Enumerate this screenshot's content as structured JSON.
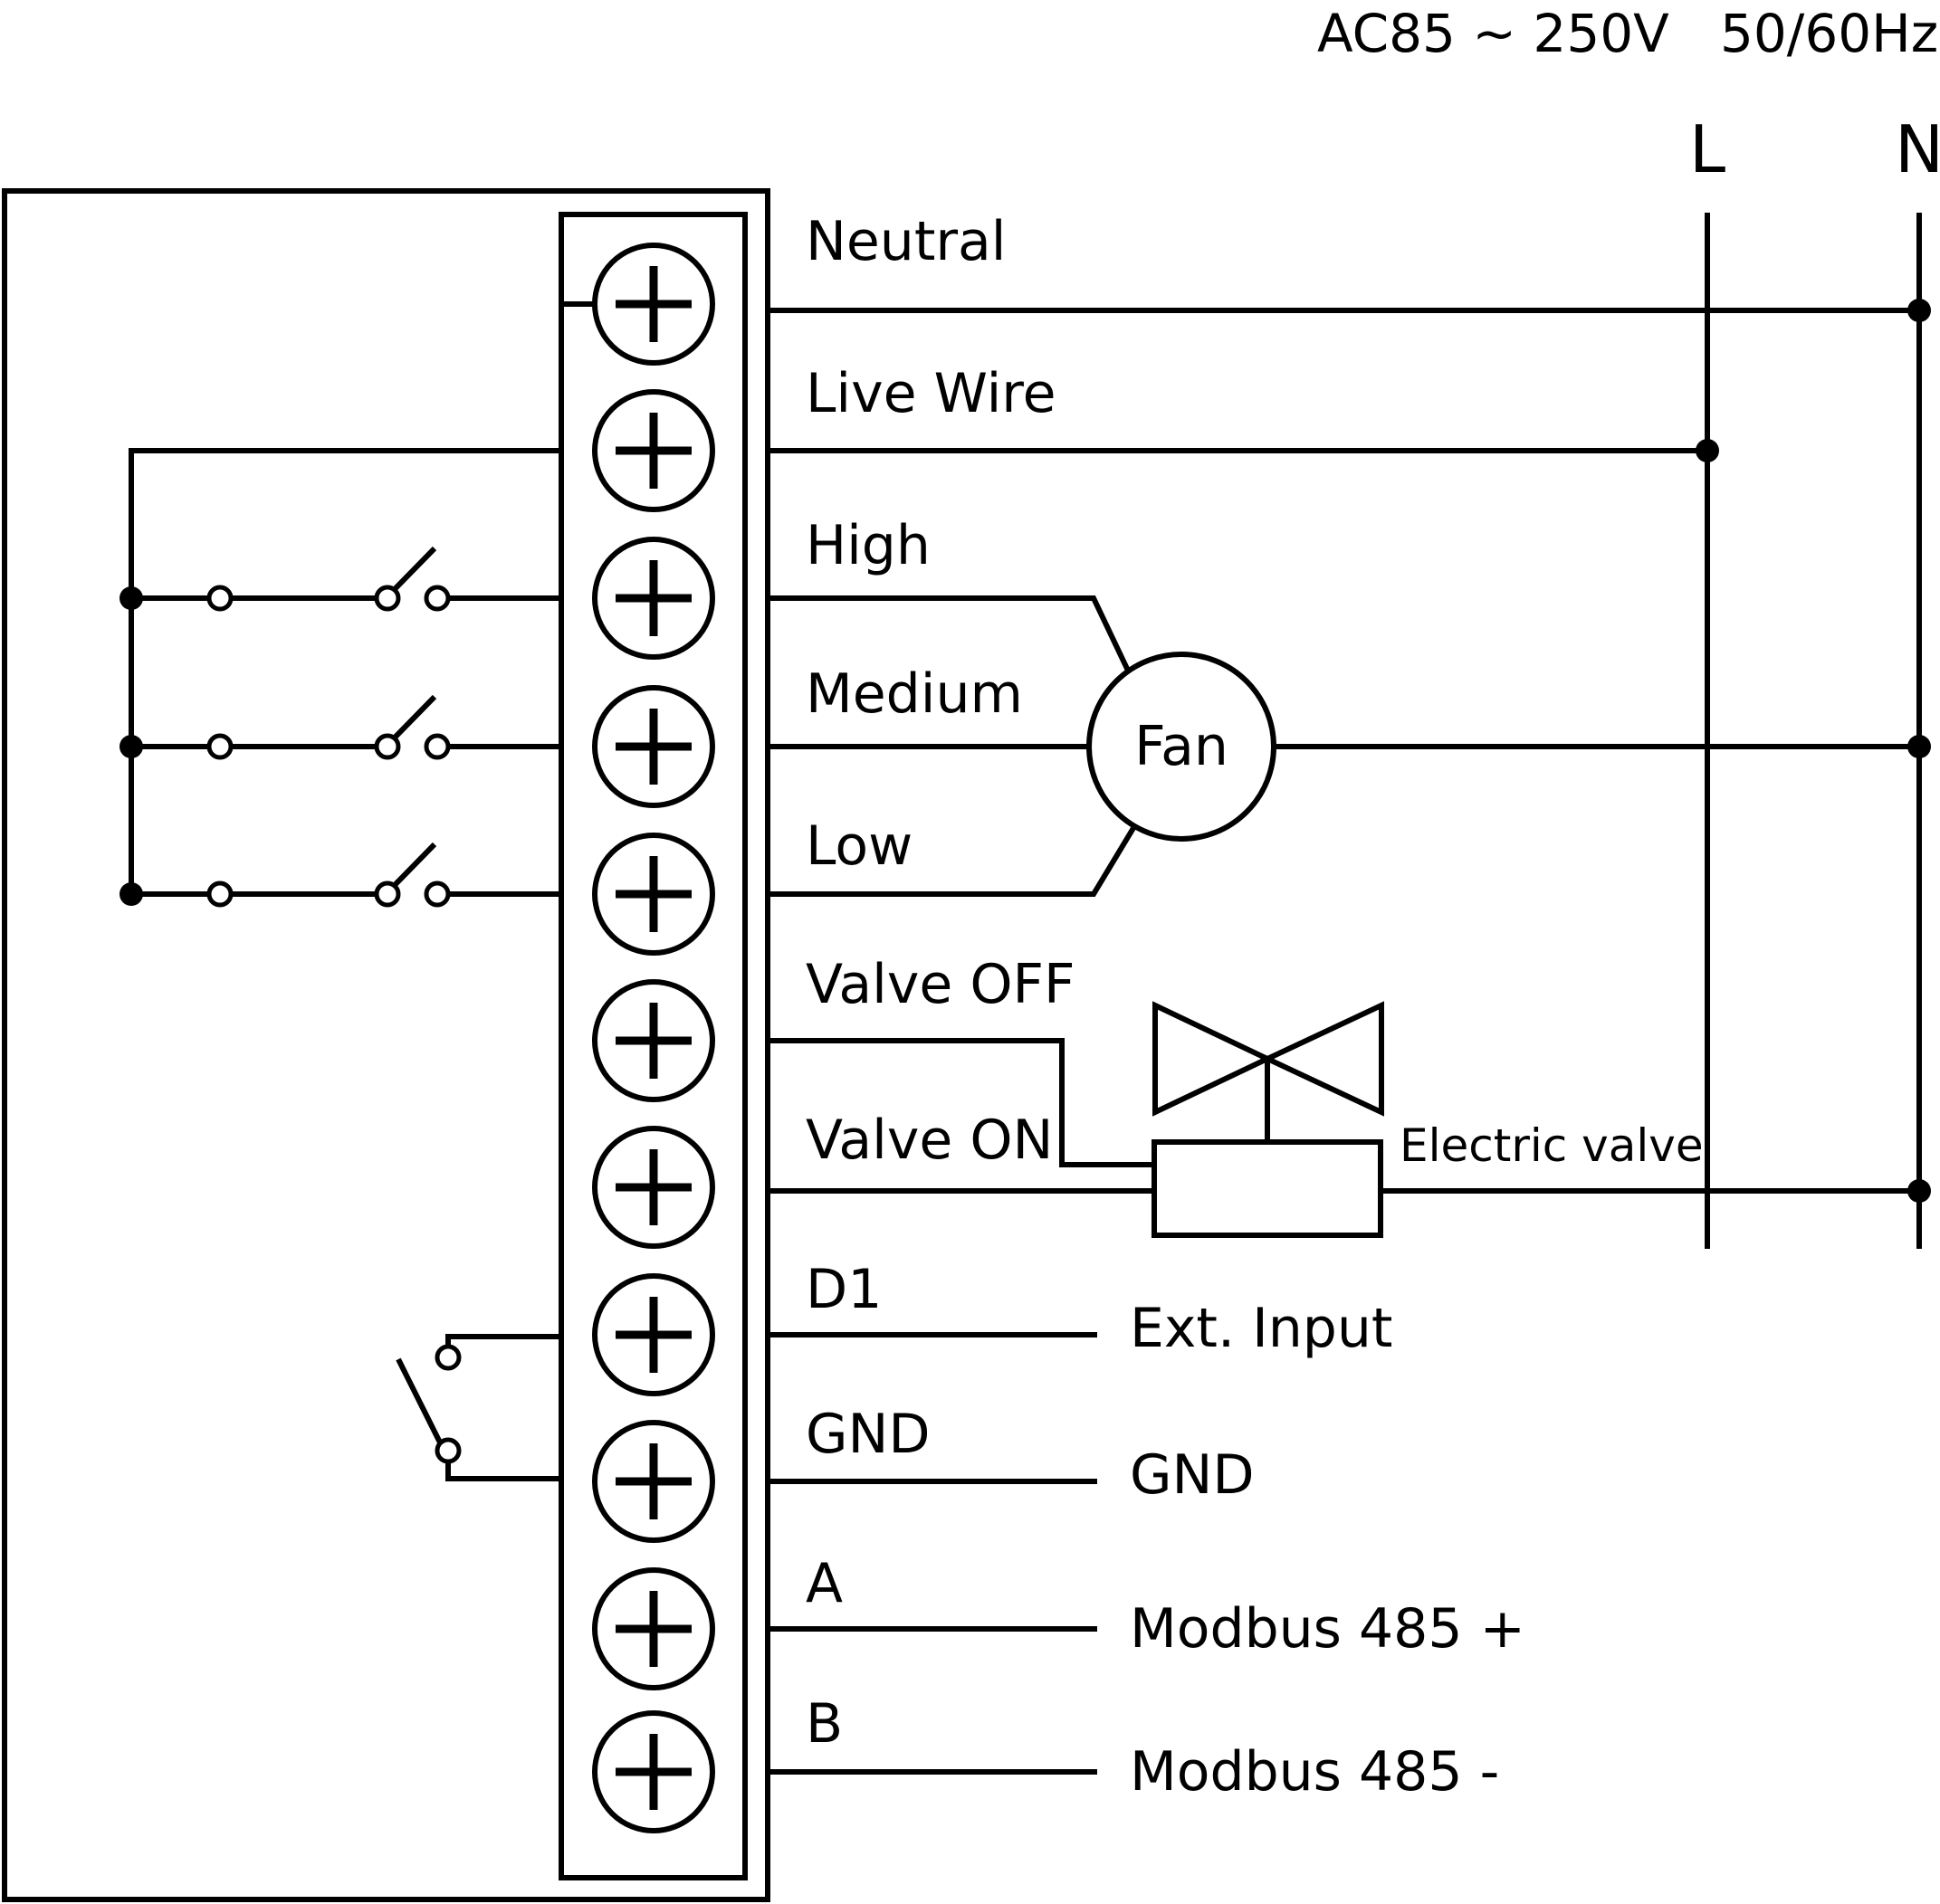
{
  "supply": {
    "voltage": "AC85 ~ 250V",
    "frequency": "50/60Hz",
    "line": "L",
    "neutral": "N"
  },
  "terminals": [
    "Neutral",
    "Live Wire",
    "High",
    "Medium",
    "Low",
    "Valve OFF",
    "Valve ON",
    "D1",
    "GND",
    "A",
    "B"
  ],
  "components": {
    "fan": "Fan",
    "valve": "Electric valve"
  },
  "external": {
    "ext_input": "Ext. Input",
    "gnd": "GND",
    "modbus_plus": "Modbus 485 +",
    "modbus_minus": "Modbus 485 -"
  }
}
